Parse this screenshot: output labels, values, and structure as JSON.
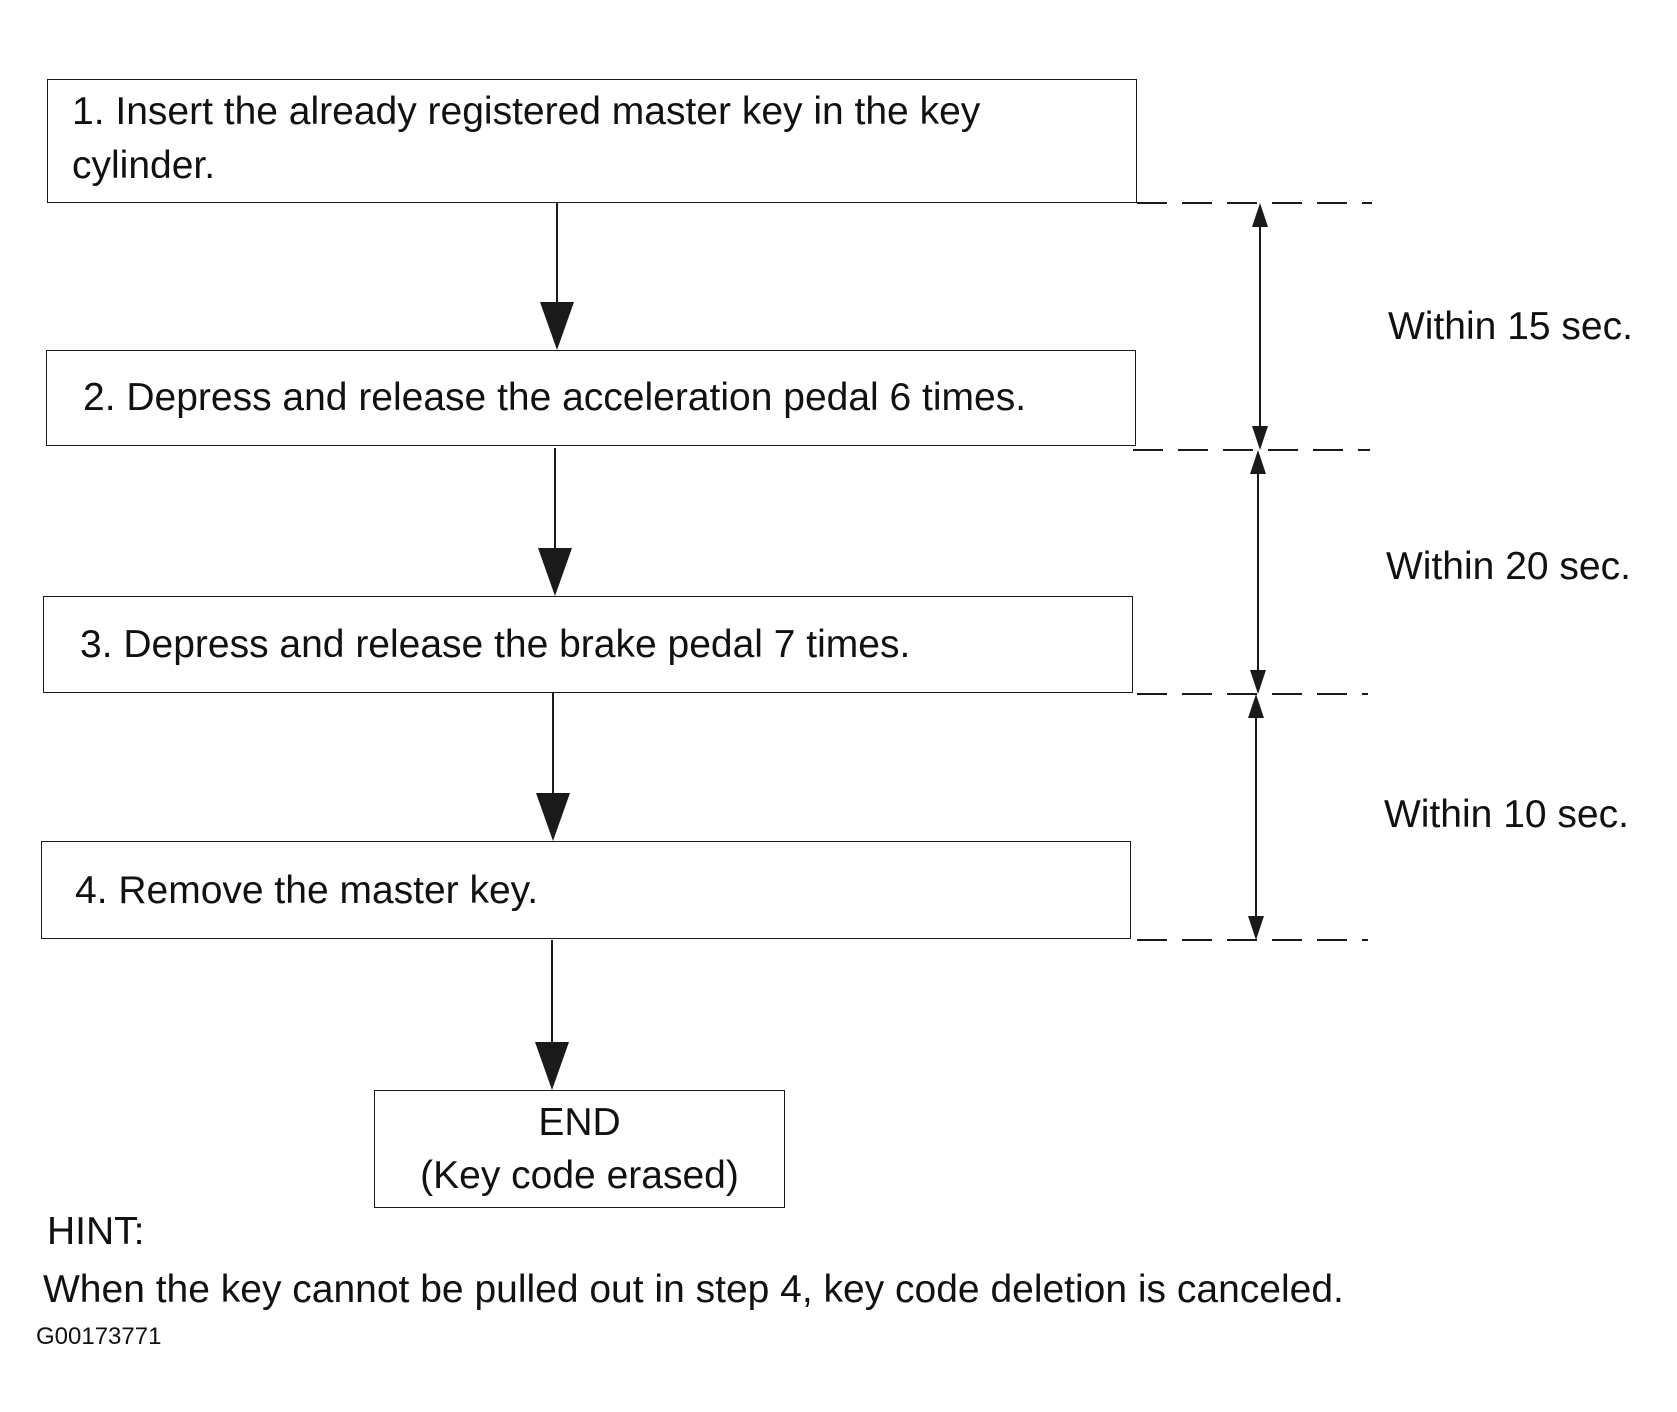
{
  "steps": [
    {
      "line1": "1. Insert the already registered master key in the key",
      "line2": "cylinder."
    },
    {
      "text": "2. Depress and release the acceleration pedal 6 times."
    },
    {
      "text": "3. Depress and release the brake pedal 7 times."
    },
    {
      "text": "4. Remove the master key."
    }
  ],
  "end": {
    "title": "END",
    "subtitle": "(Key code erased)"
  },
  "timings": [
    {
      "label": "Within 15 sec."
    },
    {
      "label": "Within 20 sec."
    },
    {
      "label": "Within 10 sec."
    }
  ],
  "hint": {
    "title": "HINT:",
    "text": "When the key cannot be pulled out in step 4, key code deletion is canceled."
  },
  "figure_id": "G00173771",
  "colors": {
    "line": "#1a1a1a",
    "background": "#ffffff"
  }
}
